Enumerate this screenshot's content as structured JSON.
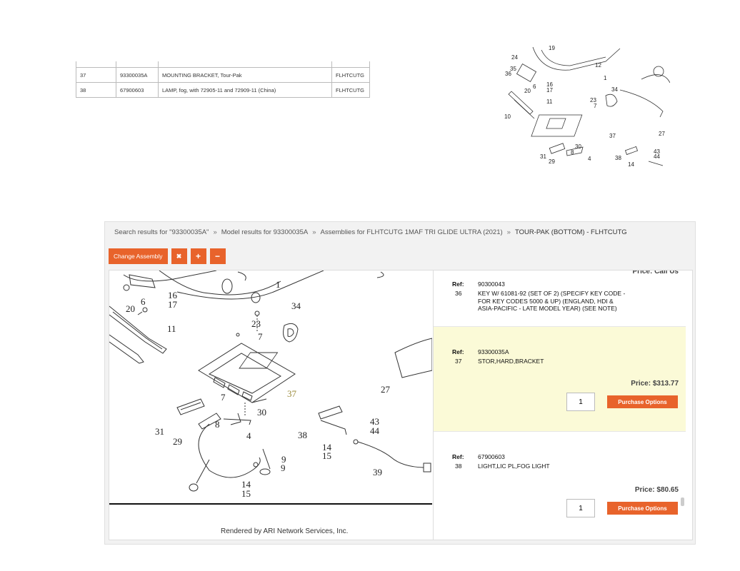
{
  "parts_table": {
    "rows": [
      {
        "ref": "37",
        "part": "93300035A",
        "desc": "MOUNTING BRACKET, Tour-Pak",
        "model": "FLHTCUTG"
      },
      {
        "ref": "38",
        "part": "67900603",
        "desc": "LAMP, fog, with 72905-11 and 72909-11 (China)",
        "model": "FLHTCUTG"
      }
    ]
  },
  "top_diagram": {
    "callouts": [
      "19",
      "24",
      "12",
      "35",
      "36",
      "20",
      "6",
      "16",
      "17",
      "1",
      "34",
      "23",
      "7",
      "11",
      "10",
      "37",
      "27",
      "30",
      "31",
      "29",
      "8",
      "4",
      "38",
      "14",
      "43",
      "44"
    ]
  },
  "breadcrumbs": {
    "items": [
      "Search results for \"93300035A\"",
      "Model results for 93300035A",
      "Assemblies for FLHTCUTG 1MAF TRI GLIDE ULTRA (2021)"
    ],
    "separator": "»",
    "current": "TOUR-PAK (BOTTOM) - FLHTCUTG"
  },
  "toolbar": {
    "change_assembly_label": "Change Assembly",
    "fit_icon": "✖",
    "zoom_in_label": "+",
    "zoom_out_label": "−"
  },
  "diagram": {
    "callouts": [
      "1",
      "6",
      "16",
      "17",
      "20",
      "34",
      "11",
      "23",
      "7",
      "37",
      "27",
      "7",
      "30",
      "31",
      "29",
      "8",
      "4",
      "38",
      "14",
      "15",
      "43",
      "44",
      "9",
      "9",
      "14",
      "15",
      "39"
    ],
    "rendered_by": "Rendered by ARI Network Services, Inc."
  },
  "parts": {
    "ref_label": "Ref:",
    "cut_top_text": "Price: Call Us",
    "items": [
      {
        "ref": "36",
        "number": "90300043",
        "desc": "KEY W/ 61081-92 (SET OF 2) (SPECIFY KEY CODE - FOR KEY CODES 5000 & UP) (ENGLAND, HDI & ASIA-PACIFIC - LATE MODEL YEAR) (SEE NOTE)"
      },
      {
        "ref": "37",
        "number": "93300035A",
        "desc": "STOR,HARD,BRACKET",
        "price": "Price: $313.77",
        "qty": "1",
        "button": "Purchase Options"
      },
      {
        "ref": "38",
        "number": "67900603",
        "desc": "LIGHT,LIC PL,FOG LIGHT",
        "price": "Price: $80.65",
        "qty": "1",
        "button": "Purchase Options"
      }
    ]
  },
  "colors": {
    "accent": "#e8632b",
    "highlight": "#fbfad7"
  }
}
